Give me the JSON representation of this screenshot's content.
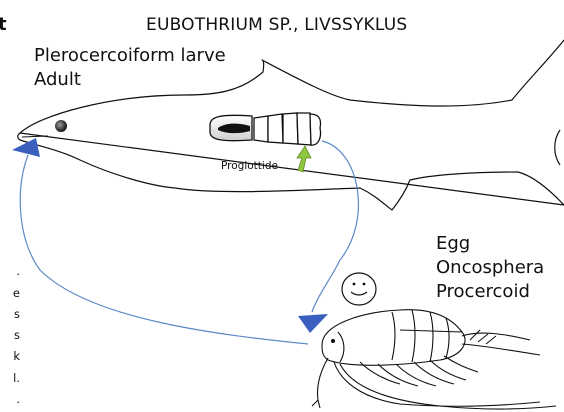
{
  "title": "EUBOTHRIUM SP., LIVSSYKLUS",
  "fish_host": {
    "stages": [
      "Plerocercoiform larve",
      "Adult"
    ]
  },
  "intermediate_host": {
    "stages": [
      "Egg",
      "Oncosphera",
      "Procercoid"
    ]
  },
  "proglottide_label": "Proglottide",
  "cropped_left_text": {
    "bold_fragment": "t",
    "line_fragments": [
      ".",
      "e",
      "s",
      "s",
      "k",
      "l.",
      "."
    ]
  },
  "colors": {
    "cycle_arrow": "#5b8ac6",
    "arrow_head": "#3a5fbf",
    "outline": "#111111",
    "green_arrow": "#8dc63f"
  },
  "icons": [
    "fish-outline",
    "tapeworm-proglottids",
    "egg-smiley",
    "copepod-crustacean",
    "life-cycle-arrows"
  ]
}
